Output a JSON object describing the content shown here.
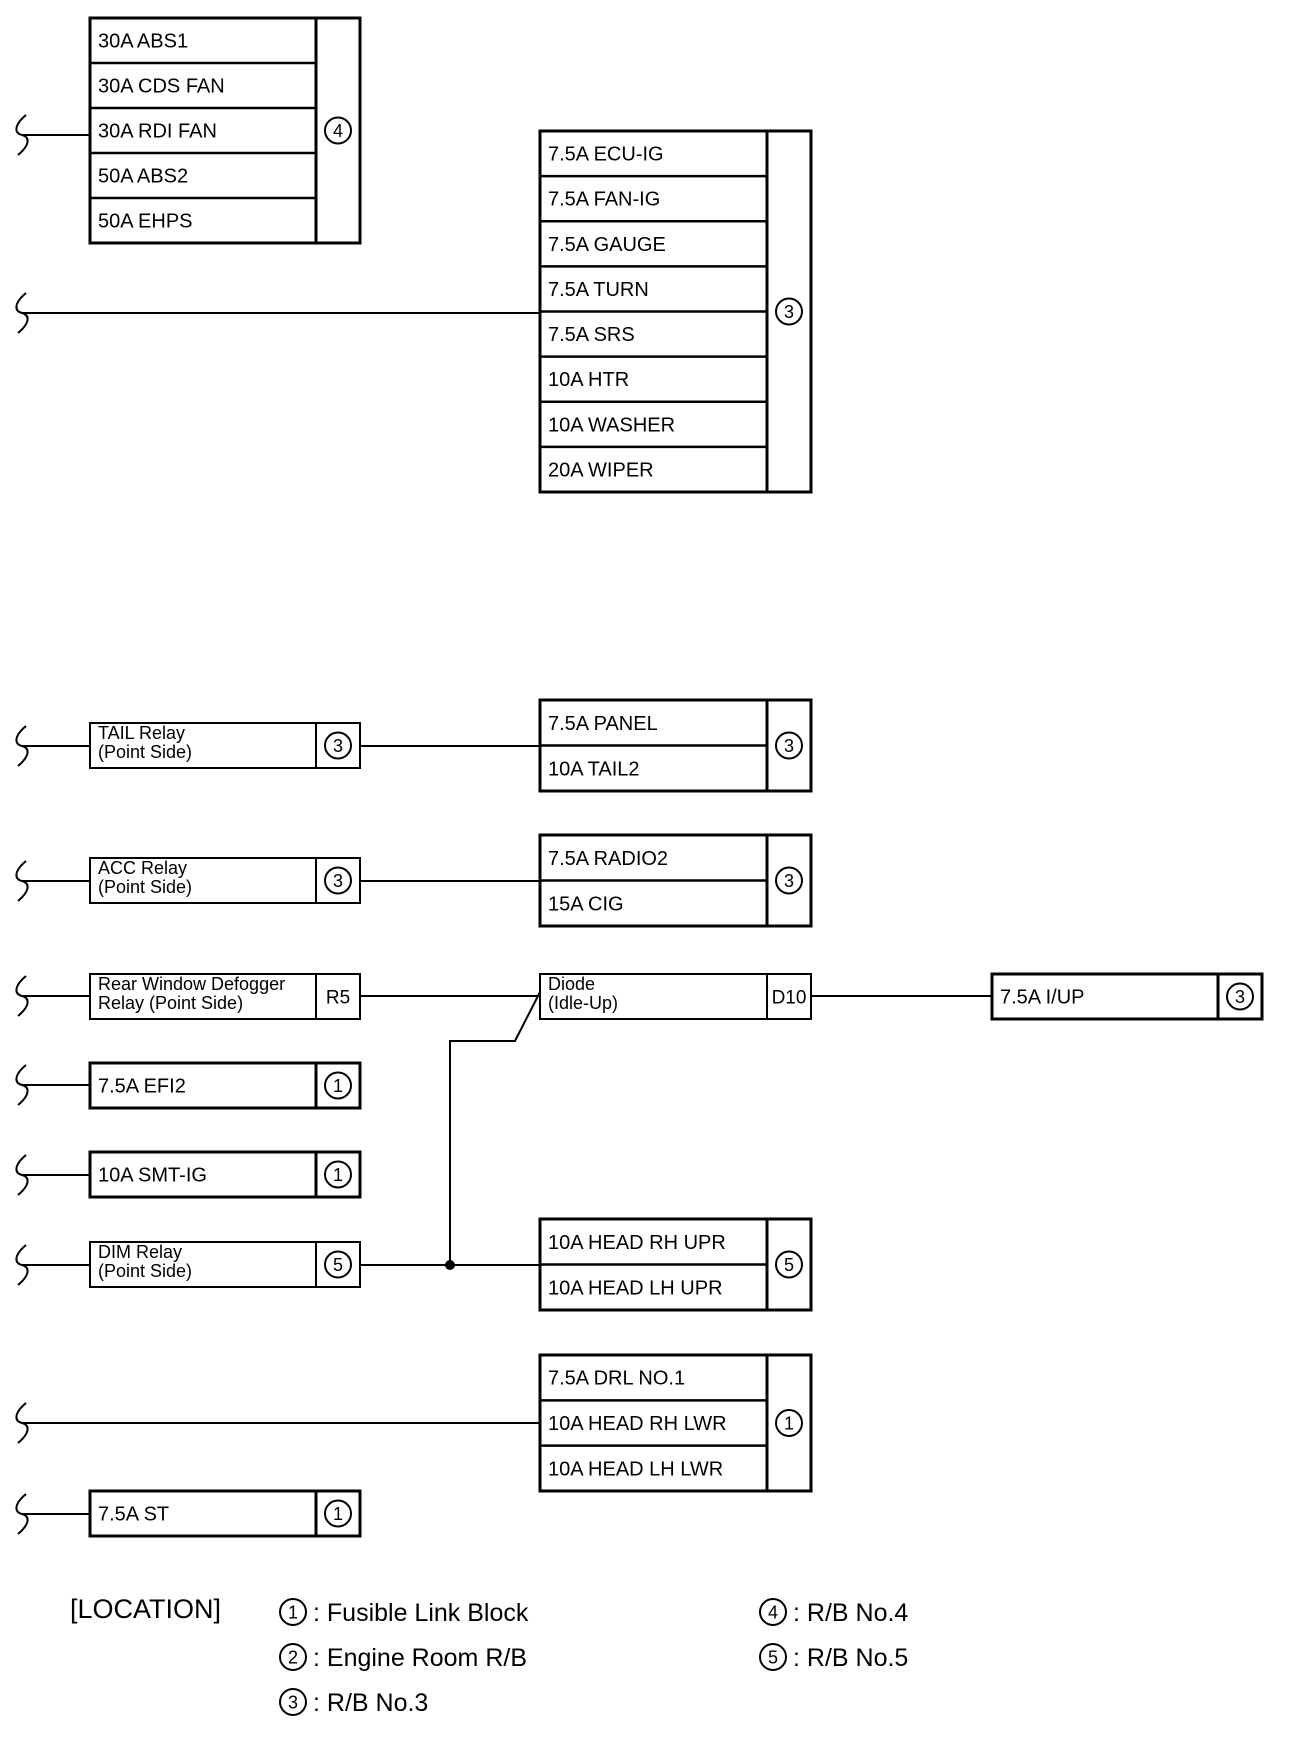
{
  "blocks": {
    "rb4_top": {
      "fuses": [
        "30A ABS1",
        "30A CDS FAN",
        "30A RDI FAN",
        "50A ABS2",
        "50A EHPS"
      ],
      "loc": "4"
    },
    "rb3_top": {
      "fuses": [
        "7.5A ECU-IG",
        "7.5A FAN-IG",
        "7.5A GAUGE",
        "7.5A TURN",
        "7.5A SRS",
        "10A HTR",
        "10A WASHER",
        "20A WIPER"
      ],
      "loc": "3"
    },
    "tail_relay": {
      "lines": [
        "TAIL Relay",
        "(Point Side)"
      ],
      "loc": "3"
    },
    "panel_block": {
      "fuses": [
        "7.5A PANEL",
        "10A TAIL2"
      ],
      "loc": "3"
    },
    "acc_relay": {
      "lines": [
        "ACC Relay",
        "(Point Side)"
      ],
      "loc": "3"
    },
    "radio_block": {
      "fuses": [
        "7.5A RADIO2",
        "15A CIG"
      ],
      "loc": "3"
    },
    "defogger_relay": {
      "lines": [
        "Rear Window Defogger",
        "Relay (Point Side)"
      ],
      "code": "R5"
    },
    "diode": {
      "lines": [
        "Diode",
        "(Idle-Up)"
      ],
      "code": "D10"
    },
    "iup": {
      "fuses": [
        "7.5A I/UP"
      ],
      "loc": "3"
    },
    "efi2": {
      "fuses": [
        "7.5A EFI2"
      ],
      "loc": "1"
    },
    "smt": {
      "fuses": [
        "10A SMT-IG"
      ],
      "loc": "1"
    },
    "dim_relay": {
      "lines": [
        "DIM Relay",
        "(Point Side)"
      ],
      "loc": "5"
    },
    "head_upr": {
      "fuses": [
        "10A HEAD RH UPR",
        "10A HEAD LH UPR"
      ],
      "loc": "5"
    },
    "drl_block": {
      "fuses": [
        "7.5A DRL NO.1",
        "10A HEAD RH LWR",
        "10A HEAD LH LWR"
      ],
      "loc": "1"
    },
    "st": {
      "fuses": [
        "7.5A ST"
      ],
      "loc": "1"
    }
  },
  "legend": {
    "title": "[LOCATION]",
    "items": [
      {
        "num": "1",
        "text": ": Fusible Link Block"
      },
      {
        "num": "2",
        "text": ": Engine Room R/B"
      },
      {
        "num": "3",
        "text": ": R/B No.3"
      },
      {
        "num": "4",
        "text": ": R/B No.4"
      },
      {
        "num": "5",
        "text": ": R/B No.5"
      }
    ]
  }
}
